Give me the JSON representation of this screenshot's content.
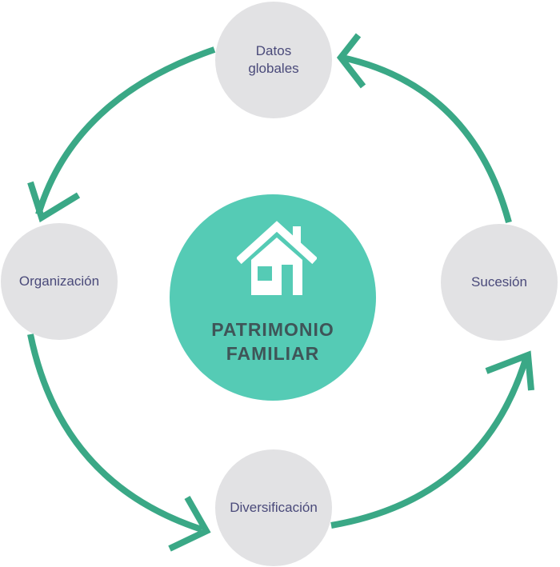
{
  "center": {
    "title_line1": "PATRIMONIO",
    "title_line2": "FAMILIAR",
    "icon": "house-icon",
    "color": "#55cbb5"
  },
  "nodes": {
    "datos_globales": "Datos\nglobales",
    "organizacion": "Organización",
    "diversificacion": "Diversificación",
    "sucesion": "Sucesión"
  },
  "colors": {
    "arrow": "#3aa886",
    "node_fill": "#e2e2e4",
    "node_text": "#4a4a7a",
    "center_text": "#3f5558"
  }
}
